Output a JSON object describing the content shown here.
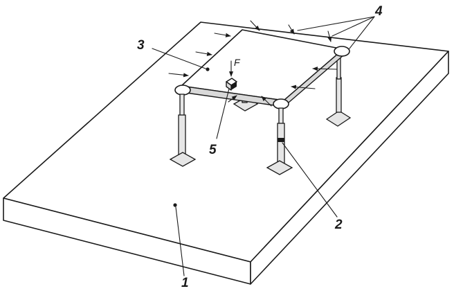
{
  "labels": {
    "l1": "1",
    "l2": "2",
    "l3": "3",
    "l4": "4",
    "l5": "5",
    "force": "F"
  },
  "colors": {
    "stroke": "#1a1a1a",
    "background": "#ffffff",
    "leg_fill": "#e6e6e6"
  }
}
